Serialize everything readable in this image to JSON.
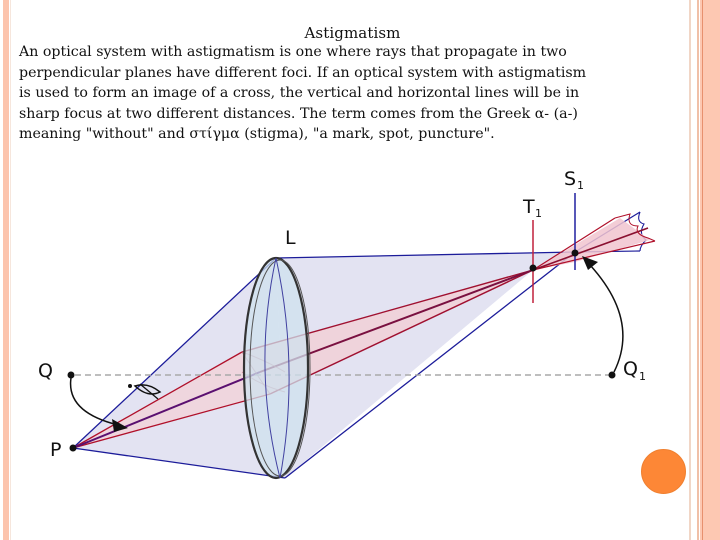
{
  "slide": {
    "title": "Astigmatism",
    "paragraph_lines": [
      "An optical system with astigmatism is one where rays that propagate in two",
      "perpendicular planes have different foci. If an optical system with astigmatism",
      "is used to form an image of a cross, the vertical and horizontal lines will be in",
      "sharp focus at two different distances. The term comes from the Greek α- (a-)",
      "meaning \"without\" and στίγμα (stigma), \"a mark, spot, puncture\"."
    ]
  },
  "diagram": {
    "labels": {
      "lens": "L",
      "object_point_q": "Q",
      "object_point_p": "P",
      "tangential_focus": "T",
      "tangential_sub": "1",
      "sagittal_focus": "S",
      "sagittal_sub": "1",
      "image_point": "Q",
      "image_sub": "1"
    },
    "colors": {
      "blue_rays": "#1c1c9a",
      "red_rays": "#b0102a",
      "blue_fill": "#dcdcf0",
      "red_fill": "#f2c8d0",
      "lens_fill": "#cfe2ee",
      "axis_dash": "#a9a9a9"
    }
  },
  "decor": {
    "accent_orange": "#fd8736",
    "border_salmon": "#fcc4ad"
  }
}
